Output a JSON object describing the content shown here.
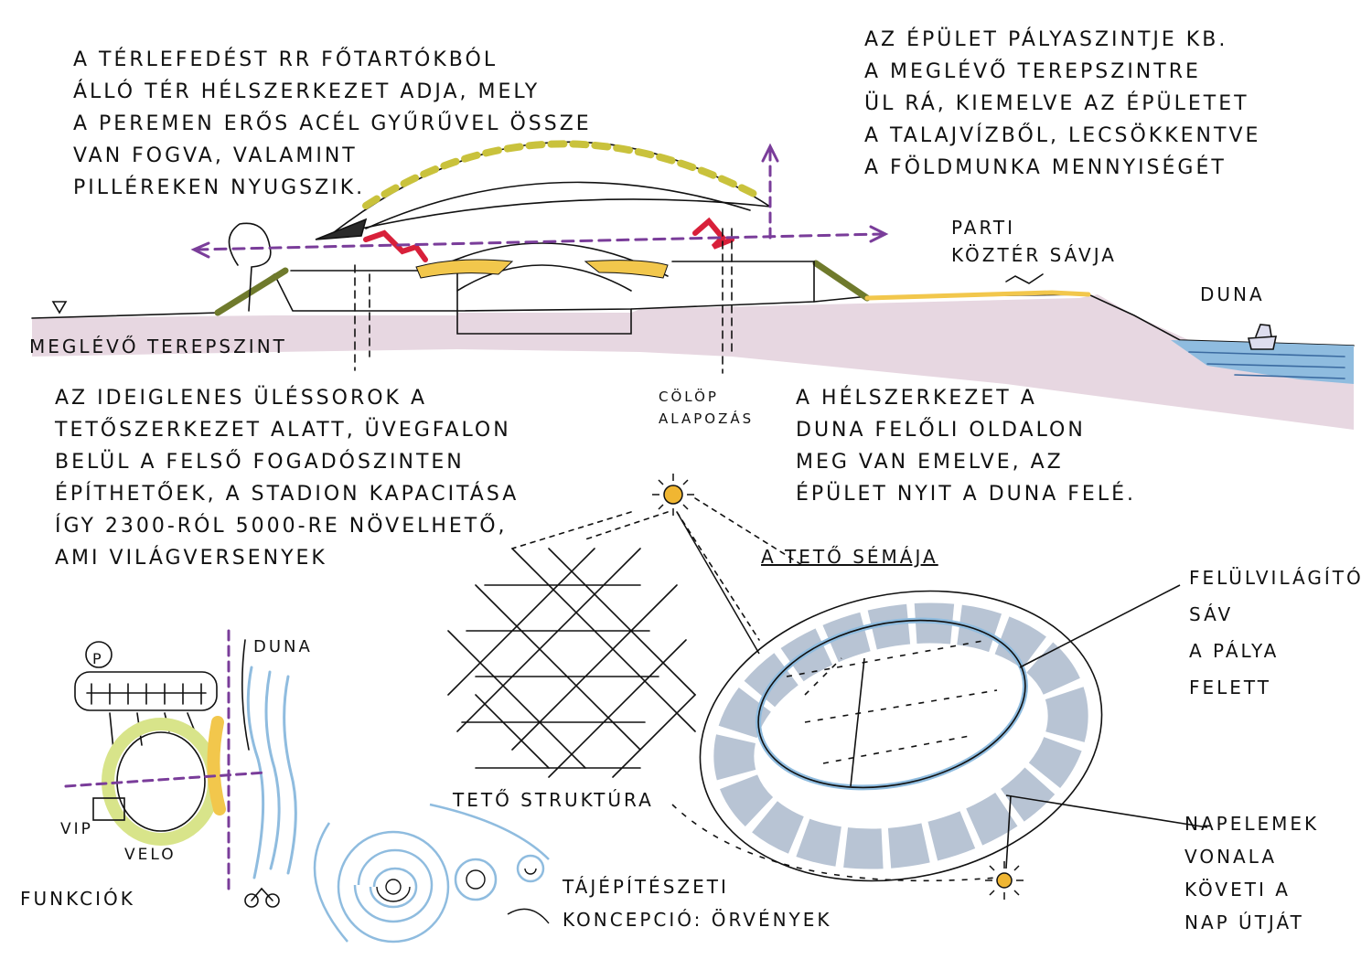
{
  "notes": {
    "top_left": [
      "A térlefedést rr főtartókból",
      "álló tér hélszerkezet adja, mely",
      "a peremen erős acél gyűrűvel össze",
      "van fogva, valamint",
      "pilléreken nyugszik."
    ],
    "top_right": [
      "Az épület pályaszintje kb.",
      "a meglévő terepszintre",
      "ül rá, kiemelve az épületet",
      "a talajvízből, lecsökkentve",
      "a földmunka mennyiségét"
    ],
    "middle_left": [
      "Az ideiglenes üléssorok a",
      "tetőszerkezet alatt, üvegfalon",
      "belül a felső fogadószinten",
      "építhetőek, a stadion kapacitása",
      "így 2300-ról 5000-re növelhető,",
      "ami világversenyek"
    ],
    "middle_right": [
      "A hélszerkezet a",
      "Duna felőli oldalon",
      "meg van emelve, az",
      "épület nyit a Duna felé."
    ],
    "skylight": [
      "Felülvilágító sáv",
      "a pálya",
      "felett"
    ],
    "solar": [
      "Napelemek",
      "vonala",
      "követi a",
      "nap útját"
    ]
  },
  "labels": {
    "existing_ground": "Meglévő terepszint",
    "parti": "Parti",
    "kozter": "köztér sávja",
    "duna_section": "Duna",
    "colop_1": "Cölöp",
    "colop_2": "alapozás",
    "roof_view": "A tető sémája",
    "roof_structure": "Tető struktúra",
    "duna_plan": "Duna",
    "vip": "VIP",
    "velo": "Velo",
    "funkciok": "Funkciók",
    "parking": "P",
    "tajep_1": "Tájépítészeti",
    "tajep_2": "koncepció: örvények"
  },
  "colors": {
    "ground_fill": "#e7d7e1",
    "water": "#8fbcdf",
    "roof_accent": "#c9c23c",
    "purple_axis": "#7a3d9a",
    "red_accent": "#d8203a",
    "slope_green": "#6f7a2c",
    "solar_panel": "#b8c4d4",
    "sun": "#f0b632",
    "velo_ring": "#d8e48a",
    "plaza_yellow": "#f2c74c"
  }
}
